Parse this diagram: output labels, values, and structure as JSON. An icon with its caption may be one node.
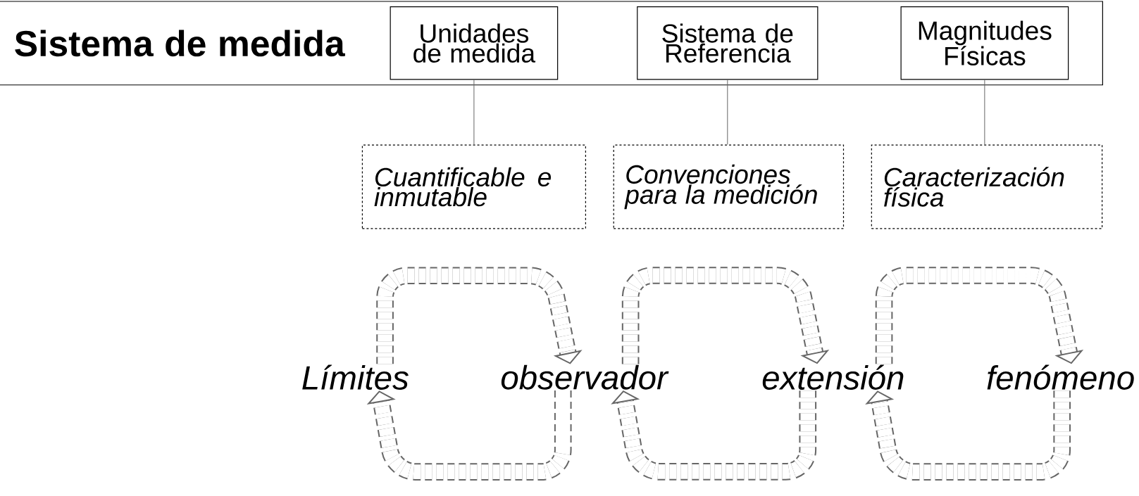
{
  "diagram": {
    "nodes": [
      {
        "text": [
          "Sistema de medida"
        ]
      },
      {
        "text": [
          "Unidades de medida"
        ],
        "in": 0
      },
      {
        "text": [
          "Sistema de Referencia"
        ],
        "in": 0
      },
      {
        "text": [
          "Magnitudes Físicas"
        ],
        "in": 0
      },
      {
        "text": [
          "Cuantificable e inmutable"
        ]
      },
      {
        "text": [
          "Convenciones para la medición"
        ]
      },
      {
        "text": [
          "Caracterización física"
        ]
      },
      {
        "text": [
          "Límites"
        ]
      },
      {
        "text": [
          "observador"
        ]
      },
      {
        "text": [
          "extensión"
        ]
      },
      {
        "text": [
          "fenómeno"
        ]
      }
    ],
    "edges": [
      {
        "from": 1,
        "to": 4,
        "arrow": "none"
      },
      {
        "from": 2,
        "to": 5,
        "arrow": "none"
      },
      {
        "from": 3,
        "to": 6,
        "arrow": "none"
      },
      {
        "from": 7,
        "to": 8,
        "arrow": "to",
        "style": "dashed"
      },
      {
        "from": 8,
        "to": 9,
        "arrow": "to",
        "style": "dashed"
      },
      {
        "from": 9,
        "to": 10,
        "arrow": "to",
        "style": "dashed"
      },
      {
        "from": 8,
        "to": 7,
        "arrow": "to",
        "style": "dashed"
      },
      {
        "from": 9,
        "to": 8,
        "arrow": "to",
        "style": "dashed"
      },
      {
        "from": 10,
        "to": 9,
        "arrow": "to",
        "style": "dashed"
      }
    ]
  }
}
